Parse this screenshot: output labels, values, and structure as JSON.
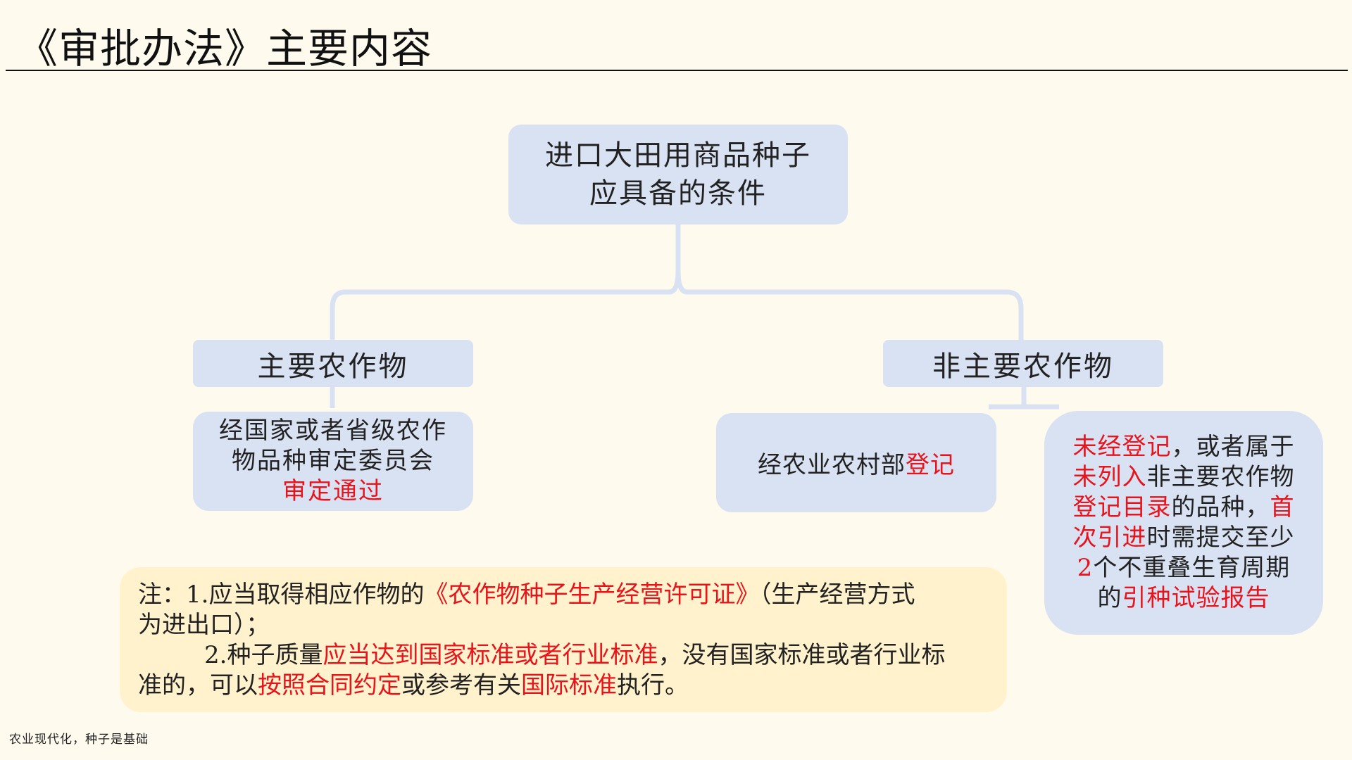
{
  "title": "《审批办法》主要内容",
  "root": {
    "line1": "进口大田用商品种子",
    "line2": "应具备的条件"
  },
  "major": {
    "label": "主要农作物"
  },
  "minor": {
    "label": "非主要农作物"
  },
  "major_condition": {
    "line1": "经国家或者省级农作",
    "line2": "物品种审定委员会",
    "line3_red": "审定通过"
  },
  "minor_registered": {
    "text": "经农业农村部",
    "red": "登记"
  },
  "minor_unregistered": {
    "l1_red": "未经登记",
    "l1": "，或者属于",
    "l2_red": "未列入",
    "l2": "非主要农作物",
    "l3_red": "登记目录",
    "l3": "的品种，",
    "l3_red2": "首",
    "l4_red": "次引进",
    "l4": "时需提交至少",
    "l5_red": "2",
    "l5": "个不重叠生育周期",
    "l6": "的",
    "l6_red": "引种试验报告"
  },
  "note": {
    "l1_a": "注：1.应当取得相应作物的",
    "l1_red": "《农作物种子生产经营许可证》",
    "l1_b": "（生产经营方式",
    "l2": "为进出口）；",
    "l3_a": "2.种子质量",
    "l3_red": "应当达到国家标准或者行业标准",
    "l3_b": "，没有国家标准或者行业标",
    "l4_a": "准的，可以",
    "l4_red": "按照合同约定",
    "l4_b": "或参考有关",
    "l4_red2": "国际标准",
    "l4_c": "执行。"
  },
  "footer": "农业现代化，种子是基础",
  "colors": {
    "box": "#d9e2f3",
    "note_bg": "#fff2cc",
    "background": "#fefaee",
    "highlight": "#e8141c",
    "connector": "#d9e2f3"
  }
}
